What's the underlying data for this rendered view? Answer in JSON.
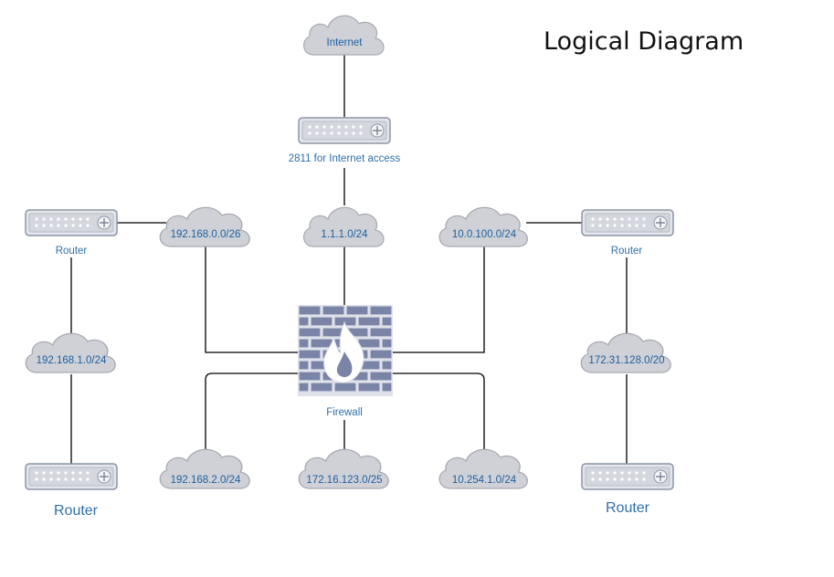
{
  "title": "Logical Diagram",
  "colors": {
    "cloud_fill": "#cfd1d6",
    "cloud_stroke": "#a6a9b0",
    "device_fill": "#d4d7de",
    "device_stroke": "#8c95a6",
    "firewall_brick": "#7a84a6",
    "label_text": "#2f6fa8"
  },
  "clouds": {
    "internet": "Internet",
    "net_1_1_1": "1.1.1.0/24",
    "net_192_168_0": "192.168.0.0/26",
    "net_10_0_100": "10.0.100.0/24",
    "net_192_168_1": "192.168.1.0/24",
    "net_172_31_128": "172.31.128.0/20",
    "net_192_168_2": "192.168.2.0/24",
    "net_172_16_123": "172.16.123.0/25",
    "net_10_254_1": "10.254.1.0/24"
  },
  "devices": {
    "internet_router": "2811 for Internet access",
    "router_left_top": "Router",
    "router_right_top": "Router",
    "router_left_bottom": "Router",
    "router_right_bottom": "Router",
    "firewall": "Firewall"
  }
}
